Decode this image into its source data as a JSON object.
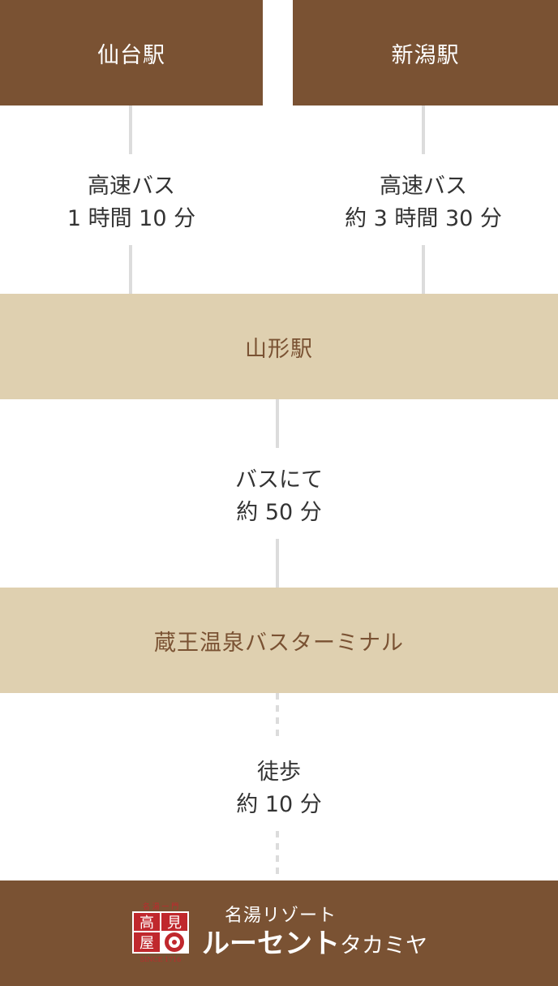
{
  "stations": {
    "sendai": "仙台駅",
    "niigata": "新潟駅",
    "yamagata": "山形駅",
    "zao_terminal": "蔵王温泉バスターミナル"
  },
  "steps": {
    "sendai_to_yamagata": {
      "mode": "高速バス",
      "time": "1 時間 10 分"
    },
    "niigata_to_yamagata": {
      "mode": "高速バス",
      "time": "約 3 時間 30 分"
    },
    "yamagata_to_zao": {
      "mode": "バスにて",
      "time": "約 50 分"
    },
    "zao_to_hotel": {
      "mode": "徒歩",
      "time": "約 10 分"
    }
  },
  "logo": {
    "seal_top": "名湯一門",
    "seal_chars": "高見屋",
    "seal_since": "SINCE 1716",
    "subtitle": "名湯リゾート",
    "name_main": "ルーセント",
    "name_small": "タカミヤ"
  },
  "colors": {
    "dark_brown": "#7a5233",
    "beige": "#dfd0b0",
    "seal_red": "#c0282d"
  }
}
